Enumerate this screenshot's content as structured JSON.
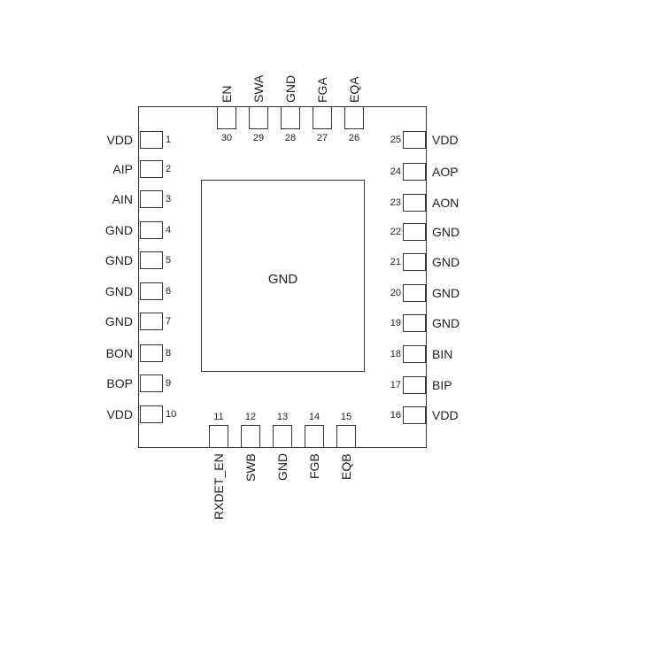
{
  "package": {
    "center_label": "GND"
  },
  "pins_left": [
    {
      "num": "1",
      "name": "VDD"
    },
    {
      "num": "2",
      "name": "AIP"
    },
    {
      "num": "3",
      "name": "AIN"
    },
    {
      "num": "4",
      "name": "GND"
    },
    {
      "num": "5",
      "name": "GND"
    },
    {
      "num": "6",
      "name": "GND"
    },
    {
      "num": "7",
      "name": "GND"
    },
    {
      "num": "8",
      "name": "BON"
    },
    {
      "num": "9",
      "name": "BOP"
    },
    {
      "num": "10",
      "name": "VDD"
    }
  ],
  "pins_bottom": [
    {
      "num": "11",
      "name": "RXDET_EN"
    },
    {
      "num": "12",
      "name": "SWB"
    },
    {
      "num": "13",
      "name": "GND"
    },
    {
      "num": "14",
      "name": "FGB"
    },
    {
      "num": "15",
      "name": "EQB"
    }
  ],
  "pins_right": [
    {
      "num": "16",
      "name": "VDD"
    },
    {
      "num": "17",
      "name": "BIP"
    },
    {
      "num": "18",
      "name": "BIN"
    },
    {
      "num": "19",
      "name": "GND"
    },
    {
      "num": "20",
      "name": "GND"
    },
    {
      "num": "21",
      "name": "GND"
    },
    {
      "num": "22",
      "name": "GND"
    },
    {
      "num": "23",
      "name": "AON"
    },
    {
      "num": "24",
      "name": "AOP"
    },
    {
      "num": "25",
      "name": "VDD"
    }
  ],
  "pins_top": [
    {
      "num": "26",
      "name": "EQA"
    },
    {
      "num": "27",
      "name": "FGA"
    },
    {
      "num": "28",
      "name": "GND"
    },
    {
      "num": "29",
      "name": "SWA"
    },
    {
      "num": "30",
      "name": "EN"
    }
  ]
}
